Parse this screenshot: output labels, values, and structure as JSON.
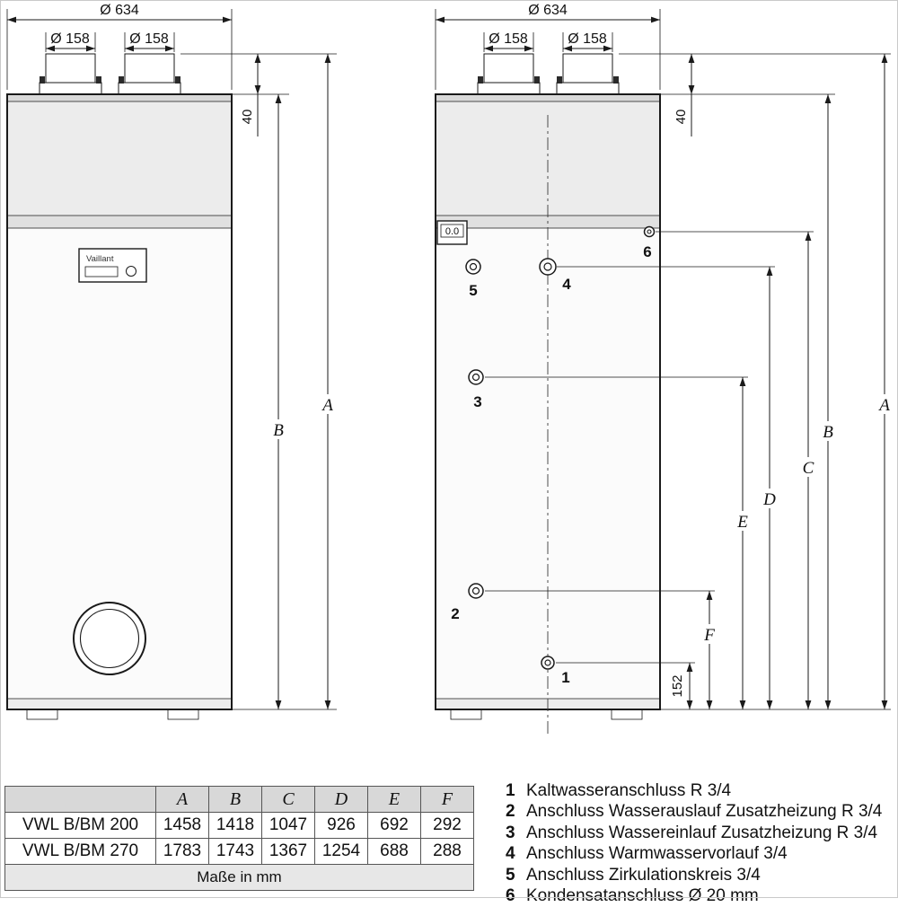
{
  "front_view": {
    "brand_label": "Vaillant",
    "dim_width": "Ø 634",
    "dim_pipe_left": "Ø 158",
    "dim_pipe_right": "Ø 158",
    "dim_collar_height": "40",
    "dim_total_height": "A",
    "dim_body_height": "B"
  },
  "side_view": {
    "display_value": "0.0",
    "dim_width": "Ø 634",
    "dim_pipe_left": "Ø 158",
    "dim_pipe_right": "Ø 158",
    "dim_collar_height": "40",
    "dim_a": "A",
    "dim_b": "B",
    "dim_c": "C",
    "dim_d": "D",
    "dim_e": "E",
    "dim_f": "F",
    "dim_152": "152",
    "connections": {
      "c1": "1",
      "c2": "2",
      "c3": "3",
      "c4": "4",
      "c5": "5",
      "c6": "6"
    }
  },
  "table": {
    "col_headers": [
      "A",
      "B",
      "C",
      "D",
      "E",
      "F"
    ],
    "rows": [
      {
        "model": "VWL B/BM 200",
        "A": "1458",
        "B": "1418",
        "C": "1047",
        "D": "926",
        "E": "692",
        "F": "292"
      },
      {
        "model": "VWL B/BM 270",
        "A": "1783",
        "B": "1743",
        "C": "1367",
        "D": "1254",
        "E": "688",
        "F": "288"
      }
    ],
    "footer": "Maße in mm"
  },
  "legend": {
    "items": [
      {
        "num": "1",
        "text": "Kaltwasseranschluss R 3/4"
      },
      {
        "num": "2",
        "text": "Anschluss Wasserauslauf Zusatzheizung R 3/4"
      },
      {
        "num": "3",
        "text": "Anschluss Wassereinlauf Zusatzheizung R 3/4"
      },
      {
        "num": "4",
        "text": "Anschluss Warmwasservorlauf 3/4"
      },
      {
        "num": "5",
        "text": "Anschluss Zirkulationskreis 3/4"
      },
      {
        "num": "6",
        "text": "Kondensatanschluss Ø 20 mm"
      }
    ]
  }
}
